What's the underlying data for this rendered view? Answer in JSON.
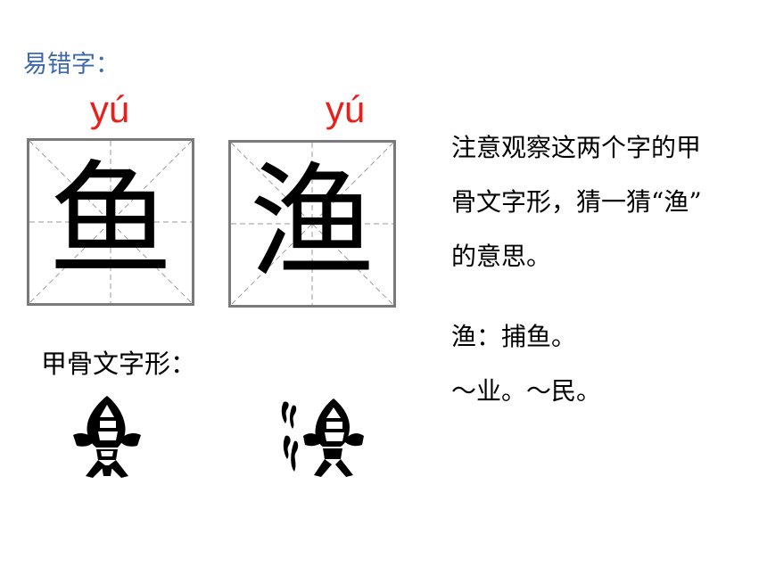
{
  "heading": "易错字：",
  "cards": [
    {
      "pinyin": "yú",
      "character": "鱼"
    },
    {
      "pinyin": "yú",
      "character": "渔"
    }
  ],
  "oracle_label": "甲骨文字形：",
  "oracle_glyphs": [
    "fish-oracle-glyph",
    "fishing-oracle-glyph"
  ],
  "description_lines": [
    "注意观察这两个字的甲",
    "骨文字形，猜一猜“渔”",
    "的意思。"
  ],
  "definition": "渔：捕鱼。",
  "examples": "～业。～民。",
  "colors": {
    "heading": "#3d6aa8",
    "pinyin": "#e8201c",
    "grid_border": "#7a7a7a"
  }
}
